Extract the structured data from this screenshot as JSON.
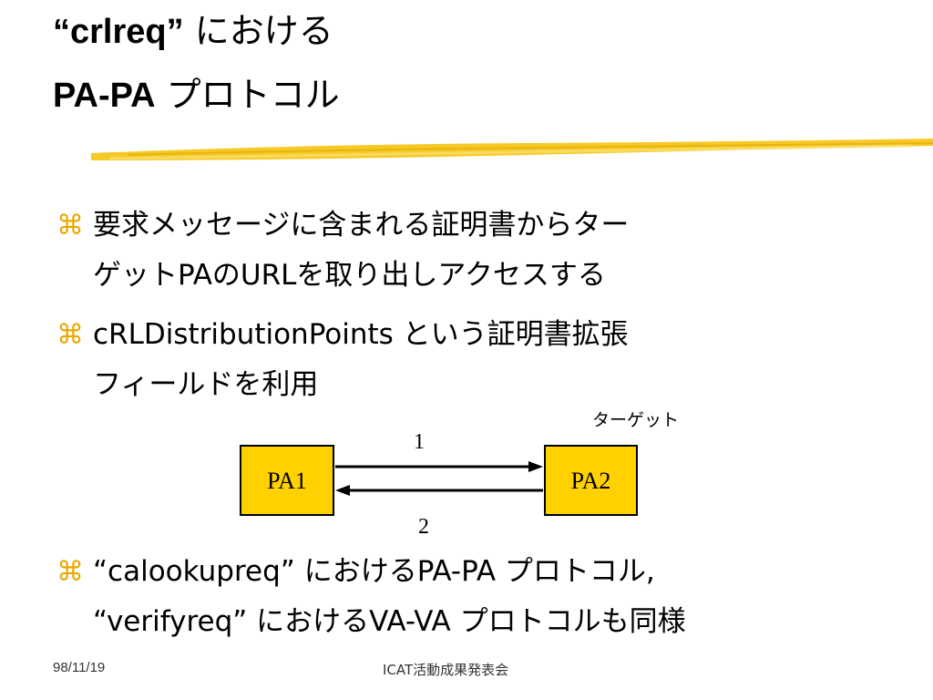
{
  "title": {
    "line1_latin": "“crlreq”",
    "line1_jp": " における",
    "line2_latin": "PA-PA",
    "line2_jp": " プロトコル"
  },
  "bullets": [
    {
      "mark": "⌘",
      "line1": "要求メッセージに含まれる証明書からター",
      "line2": "ゲットPAのURLを取り出しアクセスする"
    },
    {
      "mark": "⌘",
      "line1": "cRLDistributionPoints という証明書拡張",
      "line2": "フィールドを利用"
    },
    {
      "mark": "⌘",
      "line1": "“calookupreq” におけるPA-PA プロトコル,",
      "line2": "“verifyreq” におけるVA-VA プロトコルも同様"
    }
  ],
  "diagram": {
    "box_left": "PA1",
    "box_right": "PA2",
    "arrow_top_label": "1",
    "arrow_bottom_label": "2",
    "target_label": "ターゲット",
    "box_fill": "#ffd100"
  },
  "footer": {
    "date": "98/11/19",
    "title": "ICAT活動成果発表会"
  },
  "colors": {
    "bullet_mark": "#e8a800",
    "brush": "#f5c000"
  }
}
